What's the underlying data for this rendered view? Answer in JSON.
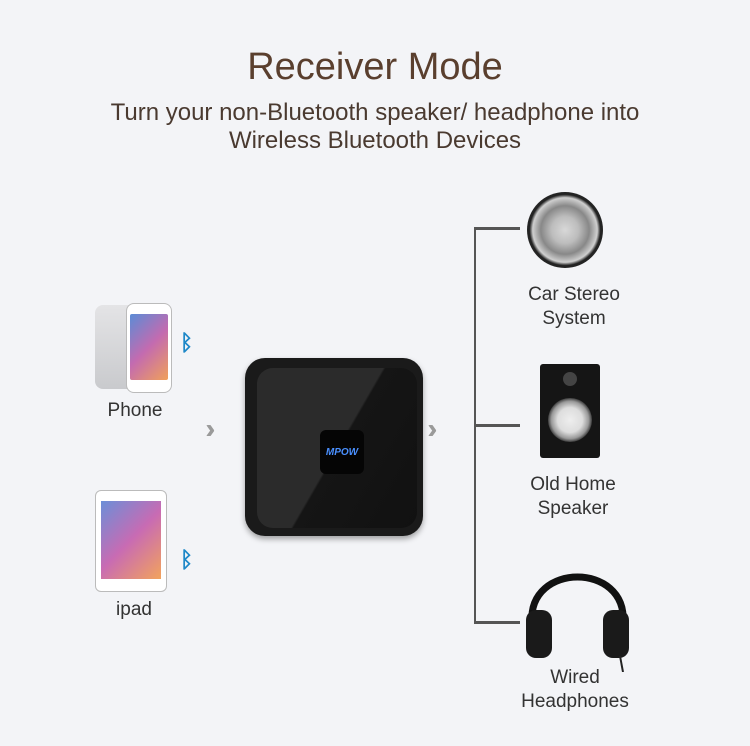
{
  "title": "Receiver Mode",
  "subtitle_line1": "Turn your non-Bluetooth speaker/ headphone into",
  "subtitle_line2": "Wireless Bluetooth Devices",
  "sources": [
    {
      "label": "Phone",
      "icon": "phone-icon"
    },
    {
      "label": "ipad",
      "icon": "tablet-icon"
    }
  ],
  "device": {
    "brand": "MPOW"
  },
  "outputs": [
    {
      "line1": "Car Stereo",
      "line2": "System"
    },
    {
      "line1": "Old Home",
      "line2": "Speaker"
    },
    {
      "line1": "Wired",
      "line2": "Headphones"
    }
  ],
  "colors": {
    "title": "#5a3f2e",
    "bluetooth": "#1e88c8",
    "logo": "#4a90ff"
  }
}
